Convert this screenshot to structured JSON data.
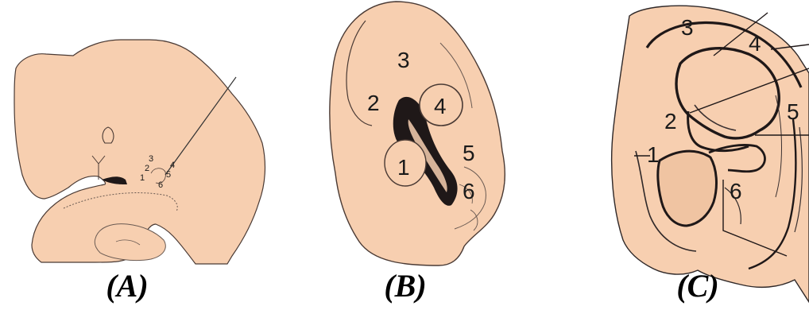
{
  "panels": [
    {
      "caption": "(A)",
      "labels": [
        "1",
        "2",
        "3",
        "4",
        "5",
        "6"
      ]
    },
    {
      "caption": "(B)",
      "labels": [
        "1",
        "2",
        "3",
        "4",
        "5",
        "6"
      ]
    },
    {
      "caption": "(C)",
      "labels": [
        "1",
        "2",
        "3",
        "4",
        "5",
        "6"
      ]
    }
  ],
  "colors": {
    "skin": "#f7cfb0",
    "outline": "#3a3030",
    "dark": "#1f1818"
  }
}
